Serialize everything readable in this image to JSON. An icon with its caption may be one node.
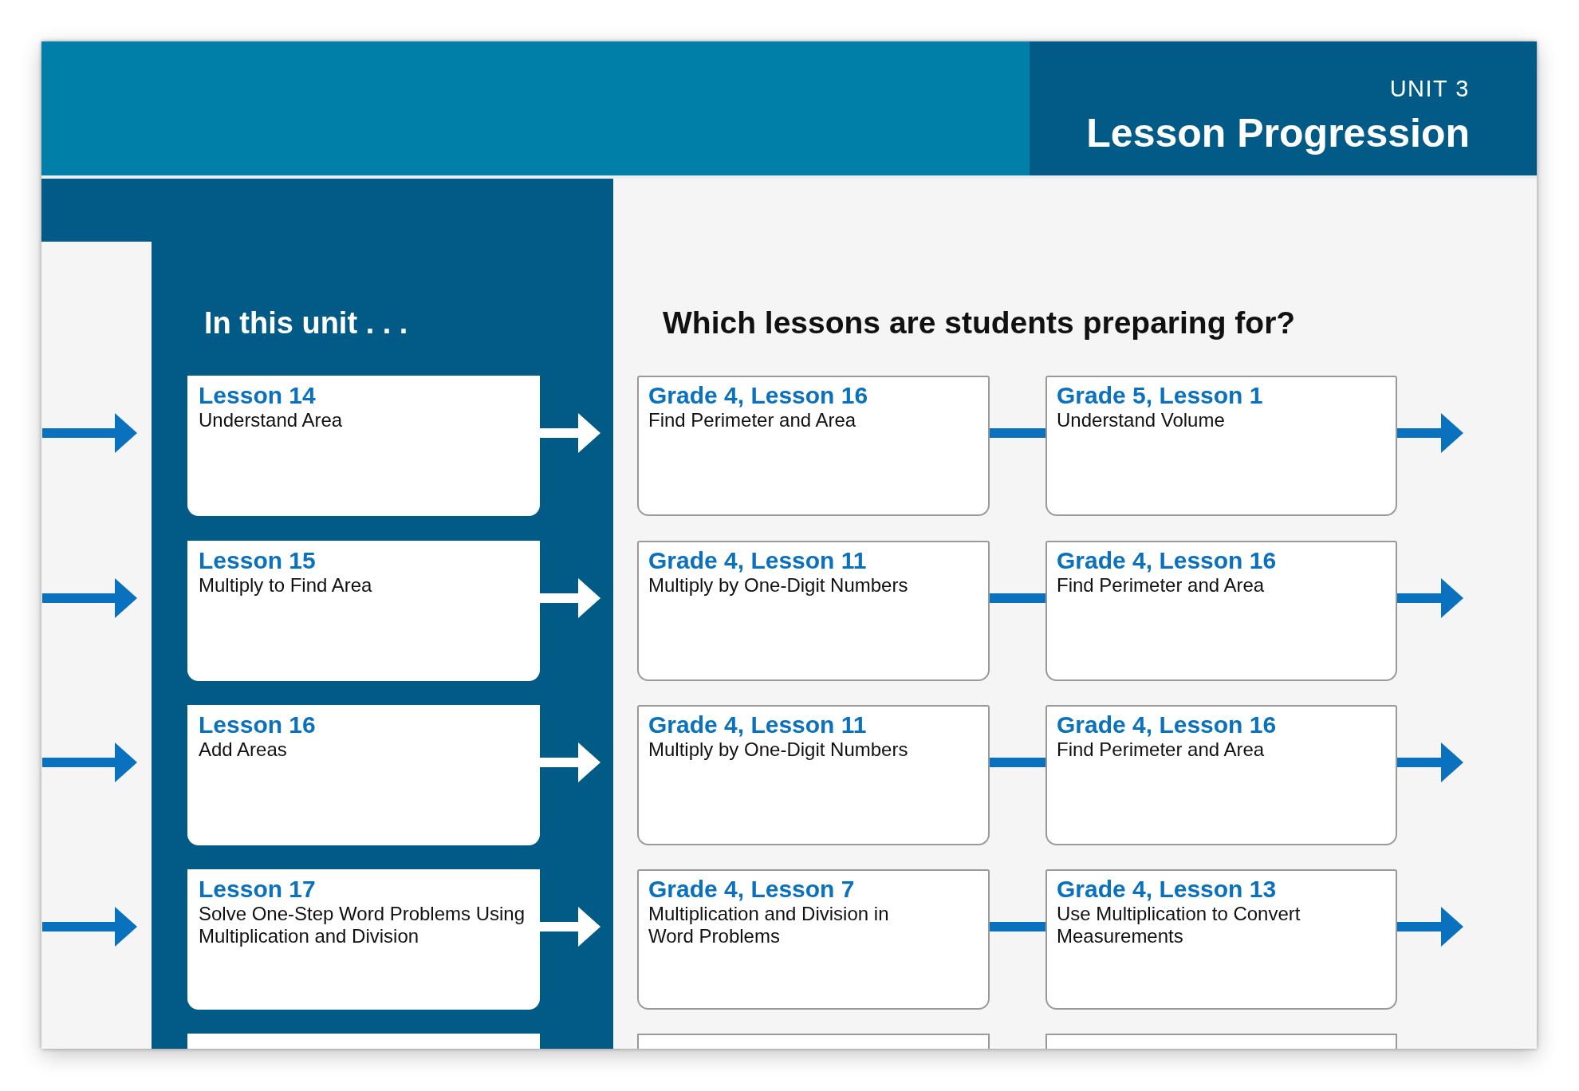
{
  "diagram": {
    "title": "Lesson Progression",
    "nodes": [
      {
        "text": [
          "In this unit . . ."
        ]
      },
      {
        "text": [
          "Lesson 14",
          "Understand Area"
        ],
        "in": 0
      },
      {
        "text": [
          "Grade 4, Lesson 16",
          "Find Perimeter and Area"
        ]
      },
      {
        "text": [
          "Grade 5, Lesson 1",
          "Understand Volume"
        ]
      },
      {
        "text": [
          "Lesson 15",
          "Multiply to Find Area"
        ],
        "in": 0
      },
      {
        "text": [
          "Grade 4, Lesson 11",
          "Multiply by One-Digit Numbers"
        ]
      },
      {
        "text": [
          "Grade 4, Lesson 16",
          "Find Perimeter and Area"
        ]
      },
      {
        "text": [
          "Lesson 16",
          "Add Areas"
        ],
        "in": 0
      },
      {
        "text": [
          "Grade 4, Lesson 11",
          "Multiply by One-Digit Numbers"
        ]
      },
      {
        "text": [
          "Grade 4, Lesson 16",
          "Find Perimeter and Area"
        ]
      },
      {
        "text": [
          "Lesson 17",
          "Solve One-Step Word Problems Using Multiplication and Division"
        ],
        "in": 0
      },
      {
        "text": [
          "Grade 4, Lesson 7",
          "Multiplication and Division in Word Problems"
        ]
      },
      {
        "text": [
          "Grade 4, Lesson 13",
          "Use Multiplication to Convert Measurements"
        ]
      },
      {
        "text": [],
        "shape": "box",
        "in": 0
      },
      {
        "text": [],
        "shape": "box"
      },
      {
        "text": [],
        "shape": "box"
      }
    ],
    "edges": [
      {
        "from": null,
        "to": 1,
        "arrow": "to"
      },
      {
        "from": 1,
        "to": 2,
        "arrow": "to",
        "color": "#ffffff"
      },
      {
        "from": 2,
        "to": 3,
        "arrow": "none"
      },
      {
        "from": 3,
        "to": null,
        "arrow": "to"
      },
      {
        "from": null,
        "to": 4,
        "arrow": "to"
      },
      {
        "from": 4,
        "to": 5,
        "arrow": "to",
        "color": "#ffffff"
      },
      {
        "from": 5,
        "to": 6,
        "arrow": "none"
      },
      {
        "from": 6,
        "to": null,
        "arrow": "to"
      },
      {
        "from": null,
        "to": 7,
        "arrow": "to"
      },
      {
        "from": 7,
        "to": 8,
        "arrow": "to",
        "color": "#ffffff"
      },
      {
        "from": 8,
        "to": 9,
        "arrow": "none"
      },
      {
        "from": 9,
        "to": null,
        "arrow": "to"
      },
      {
        "from": null,
        "to": 10,
        "arrow": "to"
      },
      {
        "from": 10,
        "to": 11,
        "arrow": "to",
        "color": "#ffffff"
      },
      {
        "from": 11,
        "to": 12,
        "arrow": "none"
      },
      {
        "from": 12,
        "to": null,
        "arrow": "to"
      }
    ],
    "labels": [
      "UNIT 3",
      "Which lessons are students preparing for?"
    ]
  }
}
